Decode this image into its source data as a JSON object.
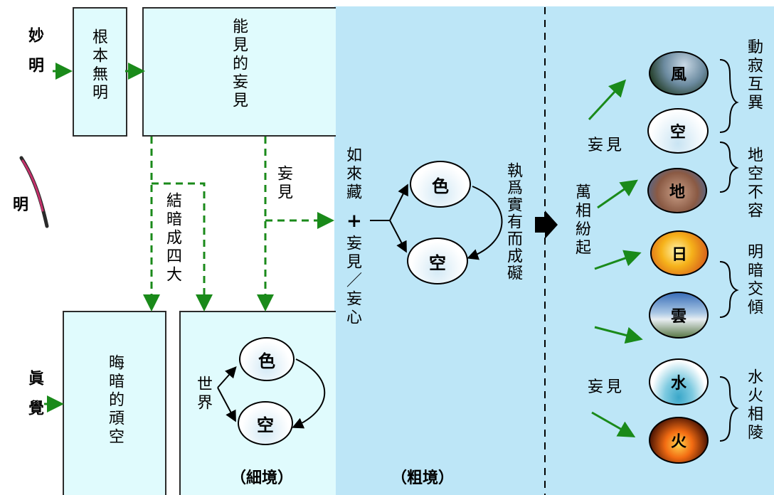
{
  "left": {
    "miao_ming": "妙明",
    "ming": "明",
    "zhen_jue": "眞覺"
  },
  "boxes": {
    "gen_ben_wu_ming": "根本無明",
    "neng_jian_wang_jian": "能見的妄見",
    "hui_an_wan_kong": "晦暗的頑空"
  },
  "labels": {
    "jie_an": "結暗成四大",
    "wang_jian_mid": "妄見",
    "rulai": "如來藏",
    "plus": "+",
    "wang_jian_xin": "妄見／妄心",
    "shijie": "世界",
    "zhi_wei": "執爲實有而成礙",
    "wan_xiang": "萬相紛起",
    "wang_jian_top": "妄見",
    "wang_jian_bottom": "妄見",
    "dong_ji": "動寂互異",
    "di_kong": "地空不容",
    "ming_an": "明暗交傾",
    "shui_huo": "水火相陵"
  },
  "circles": {
    "se_fine": "色",
    "kong_fine": "空",
    "se_coarse": "色",
    "kong_coarse": "空"
  },
  "elements": {
    "feng": "風",
    "kong": "空",
    "di": "地",
    "ri": "日",
    "yun": "雲",
    "shui": "水",
    "huo": "火"
  },
  "captions": {
    "fine": "（細境）",
    "coarse": "（粗境）"
  }
}
